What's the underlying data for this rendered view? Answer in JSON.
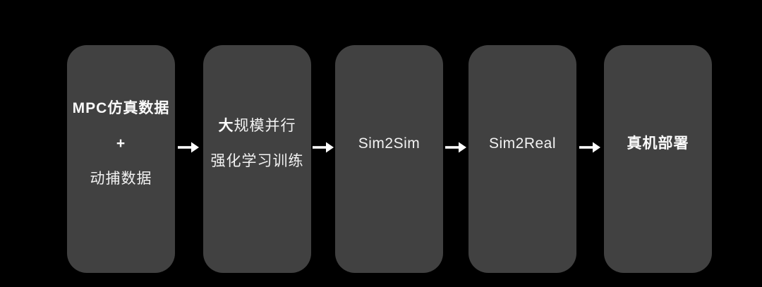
{
  "diagram": {
    "colors": {
      "background": "#000000",
      "box": "#414141",
      "text": "#f2f2f2",
      "arrow": "#ffffff"
    },
    "stages": [
      {
        "line1": "MPC仿真数据",
        "line2": "+",
        "line3": "动捕数据"
      },
      {
        "line1_lead": "大",
        "line1_rest": "规模并行",
        "line2": "强化学习训练"
      },
      {
        "label": "Sim2Sim"
      },
      {
        "label": "Sim2Real"
      },
      {
        "label": "真机部署"
      }
    ]
  }
}
